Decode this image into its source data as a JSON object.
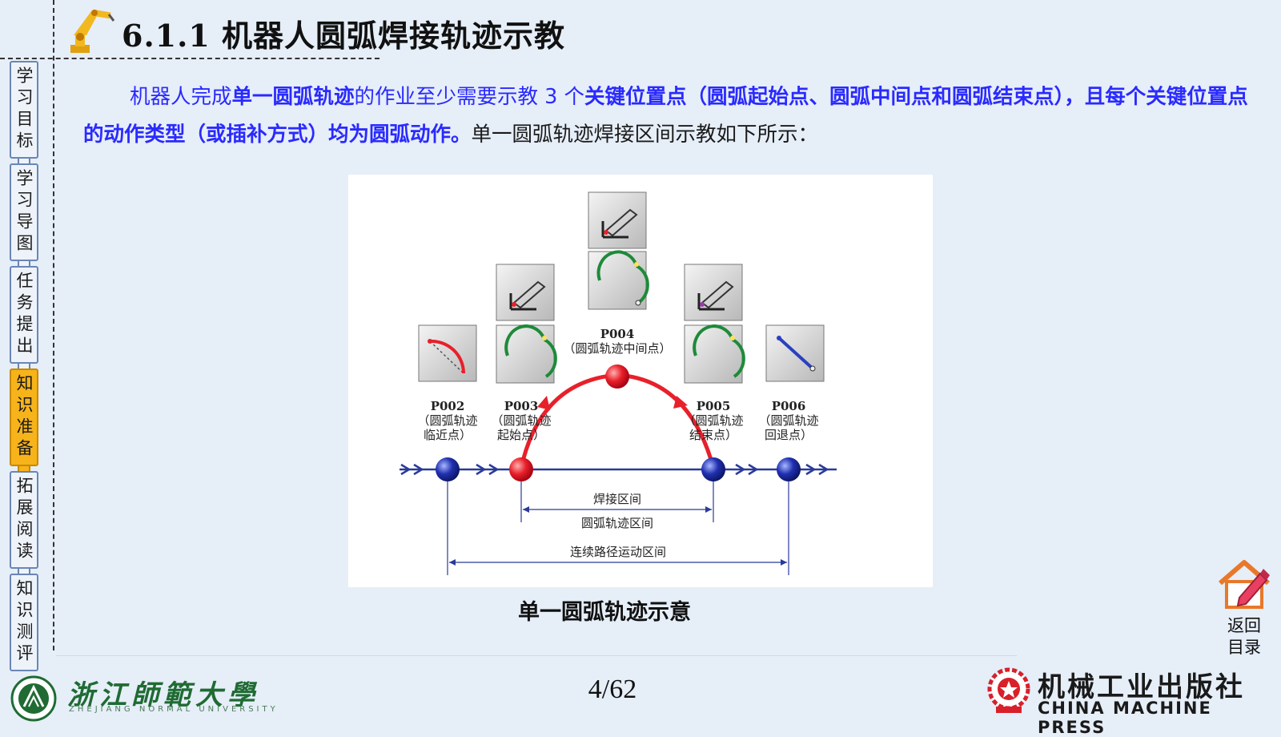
{
  "header": {
    "title": "6.1.1 机器人圆弧焊接轨迹示教",
    "logo_icon": "robot-arm-icon"
  },
  "sidebar": {
    "active_index": 3,
    "active_color": "#f7b31a",
    "items": [
      {
        "label": "学习目标"
      },
      {
        "label": "学习导图"
      },
      {
        "label": "任务提出"
      },
      {
        "label": "知识准备"
      },
      {
        "label": "拓展阅读"
      },
      {
        "label": "知识测评"
      }
    ]
  },
  "paragraph": {
    "seg1": "机器人完成",
    "seg2": "单一圆弧轨迹",
    "seg3": "的作业至少需要示教 3 个",
    "seg4": "关键位置点",
    "seg5": "（圆弧起始点、圆弧中间点和圆弧结束点），且每个关键位置点的动作类型（或插补方式）均为圆弧动作。",
    "seg6": "单一圆弧轨迹焊接区间示教如下所示：",
    "highlight_color": "#2a2aff"
  },
  "figure": {
    "points": [
      {
        "id": "P002",
        "desc_line1": "（圆弧轨迹",
        "desc_line2": "临近点）"
      },
      {
        "id": "P003",
        "desc_line1": "（圆弧轨迹",
        "desc_line2": "起始点）"
      },
      {
        "id": "P004",
        "desc_line1": "（圆弧轨迹中间点）",
        "desc_line2": ""
      },
      {
        "id": "P005",
        "desc_line1": "（圆弧轨迹",
        "desc_line2": "结束点）"
      },
      {
        "id": "P006",
        "desc_line1": "（圆弧轨迹",
        "desc_line2": "回退点）"
      }
    ],
    "intervals": {
      "weld": "焊接区间",
      "arc": "圆弧轨迹区间",
      "continuous": "连续路径运动区间"
    }
  },
  "caption": "单一圆弧轨迹示意",
  "footer": {
    "university_name": "浙江師範大學",
    "university_sub": "ZHEJIANG NORMAL UNIVERSITY",
    "page_number": "4/62",
    "home_line1": "返回",
    "home_line2": "目录",
    "press_name": "机械工业出版社",
    "press_en": "CHINA MACHINE PRESS"
  }
}
